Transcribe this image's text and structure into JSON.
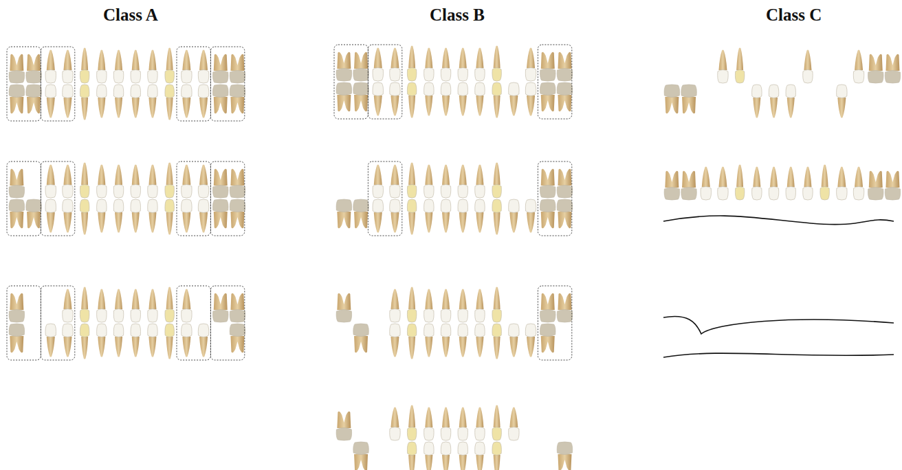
{
  "diagram": {
    "labels": [
      "Class A",
      "Class B",
      "Class C"
    ]
  }
}
